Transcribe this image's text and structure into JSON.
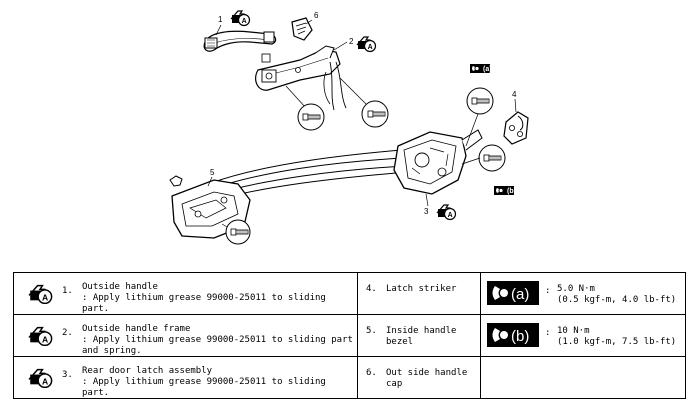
{
  "diagram": {
    "callouts": [
      "1",
      "2",
      "3",
      "4",
      "5",
      "6"
    ],
    "torque_badges": [
      "(a)",
      "(b)"
    ]
  },
  "legend": {
    "items": [
      {
        "num": "1.",
        "title": "Outside handle",
        "note": ": Apply lithium grease 99000-25011 to sliding part.",
        "icon": "grease-icon-A"
      },
      {
        "num": "2.",
        "title": "Outside handle frame",
        "note": ": Apply lithium grease 99000-25011 to sliding part and spring.",
        "icon": "grease-icon-A"
      },
      {
        "num": "3.",
        "title": "Rear door latch assembly",
        "note": ": Apply lithium grease 99000-25011 to sliding part.",
        "icon": "grease-icon-A"
      }
    ],
    "parts": [
      {
        "num": "4.",
        "name": "Latch striker"
      },
      {
        "num": "5.",
        "name": "Inside handle bezel"
      },
      {
        "num": "6.",
        "name": "Out side handle cap"
      }
    ],
    "torques": [
      {
        "label": "(a)",
        "colon": ":",
        "line1": "5.0 N·m",
        "line2": "(0.5 kgf-m, 4.0 lb-ft)",
        "icon": "torque-wrench-icon"
      },
      {
        "label": "(b)",
        "colon": ":",
        "line1": "10 N·m",
        "line2": "(1.0 kgf-m, 7.5 lb-ft)",
        "icon": "torque-wrench-icon"
      }
    ]
  }
}
